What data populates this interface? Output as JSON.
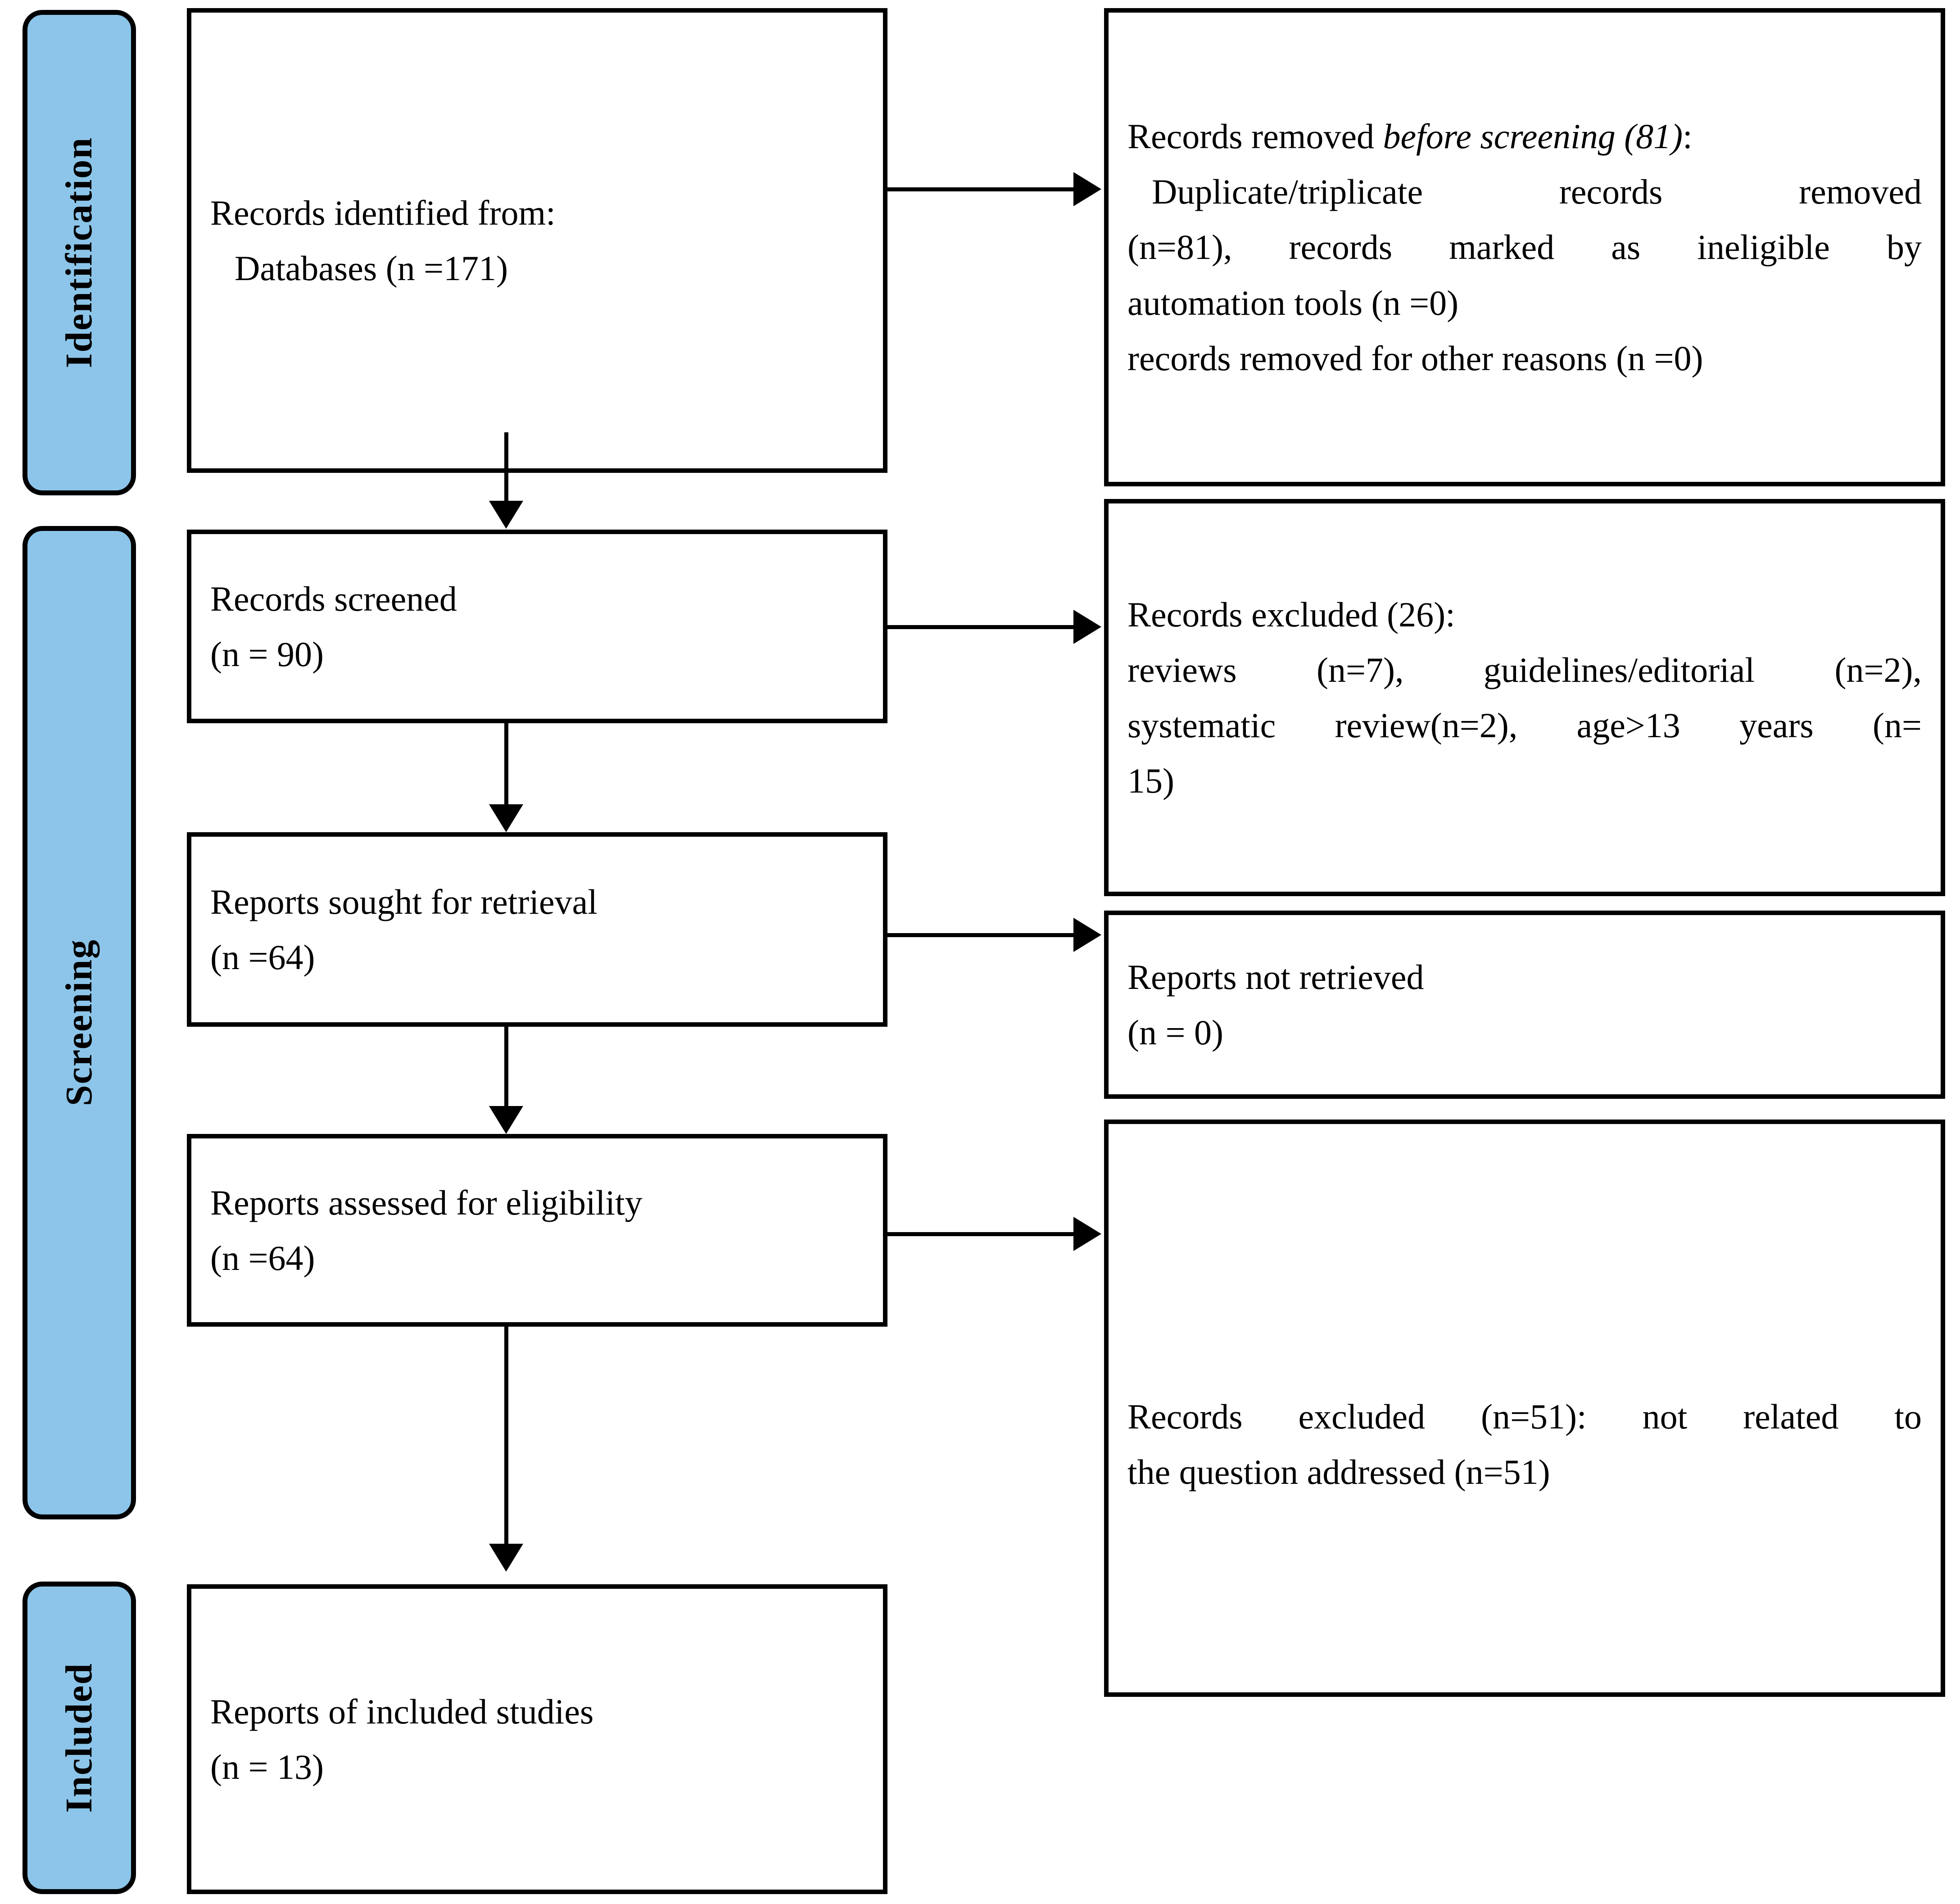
{
  "diagram": {
    "type": "prisma-flow-diagram",
    "accent_color": "#8CC5E9",
    "line_color": "#000000",
    "background": "#FFFFFF"
  },
  "stages": [
    {
      "id": "identification",
      "label": "Identification"
    },
    {
      "id": "screening",
      "label": "Screening"
    },
    {
      "id": "included",
      "label": "Included"
    }
  ],
  "left_boxes": [
    {
      "id": "records-identified",
      "line1": "Records identified from:",
      "line2": "Databases (n =171)"
    },
    {
      "id": "records-screened",
      "line1": "Records screened",
      "line2": "(n = 90)"
    },
    {
      "id": "reports-sought",
      "line1": "Reports sought for retrieval",
      "line2": "(n =64)"
    },
    {
      "id": "reports-assessed",
      "line1": "Reports assessed for eligibility",
      "line2": "(n =64)"
    },
    {
      "id": "reports-included",
      "line1": "Reports of included studies",
      "line2": "(n = 13)"
    }
  ],
  "right_boxes": [
    {
      "id": "records-removed-before-screening",
      "heading_plain": "Records removed ",
      "heading_italic": "before screening (81)",
      "heading_tail": ":",
      "line2": "Duplicate/triplicate records removed",
      "line3": "(n=81), records marked as ineligible by",
      "line4": "automation tools (n =0)",
      "line5": "records removed for other reasons (n =0)"
    },
    {
      "id": "records-excluded-26",
      "line1": "Records excluded (26):",
      "line2": "reviews (n=7), guidelines/editorial (n=2),",
      "line3": "systematic review(n=2), age>13 years (n=",
      "line4": "15)"
    },
    {
      "id": "reports-not-retrieved",
      "line1": "Reports not retrieved",
      "line2": "(n = 0)"
    },
    {
      "id": "records-excluded-51",
      "line1": "Records excluded (n=51): not related to",
      "line2": "the question addressed (n=51)"
    }
  ],
  "counts": {
    "databases_identified": 171,
    "removed_before_screening_total": 81,
    "duplicate_triplicate_removed": 81,
    "ineligible_by_automation_tools": 0,
    "removed_other_reasons": 0,
    "records_screened": 90,
    "records_excluded_at_screening": 26,
    "excluded_reviews": 7,
    "excluded_guidelines_editorial": 2,
    "excluded_systematic_review": 2,
    "excluded_age_over_13_years": 15,
    "reports_sought_for_retrieval": 64,
    "reports_not_retrieved": 0,
    "reports_assessed_for_eligibility": 64,
    "records_excluded_not_related": 51,
    "reports_of_included_studies": 13
  }
}
